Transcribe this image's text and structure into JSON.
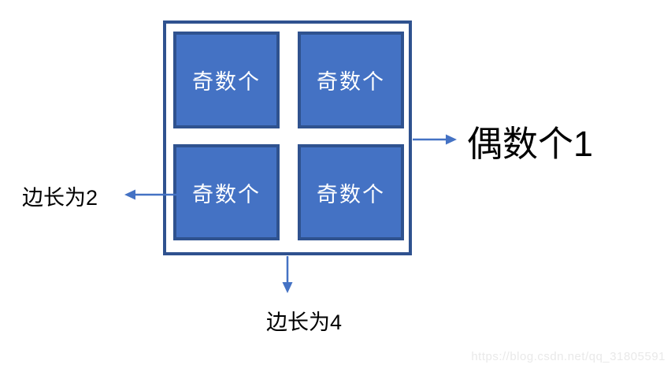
{
  "diagram": {
    "outer_square": {
      "description": "large white square container with dark blue border"
    },
    "squares": [
      {
        "label": "奇数个"
      },
      {
        "label": "奇数个"
      },
      {
        "label": "奇数个"
      },
      {
        "label": "奇数个"
      }
    ],
    "annotations": {
      "right": {
        "label": "偶数个1",
        "arrow_direction": "right"
      },
      "left": {
        "label": "边长为2",
        "arrow_direction": "left"
      },
      "bottom": {
        "label": "边长为4",
        "arrow_direction": "down"
      }
    },
    "colors": {
      "square_fill": "#4472C4",
      "square_border": "#2F528F",
      "outer_border": "#2F528F",
      "arrow": "#4472C4",
      "label_text": "#000000",
      "watermark_text": "#E9E9E9"
    }
  },
  "watermark": {
    "text": "https://blog.csdn.net/qq_31805591"
  }
}
